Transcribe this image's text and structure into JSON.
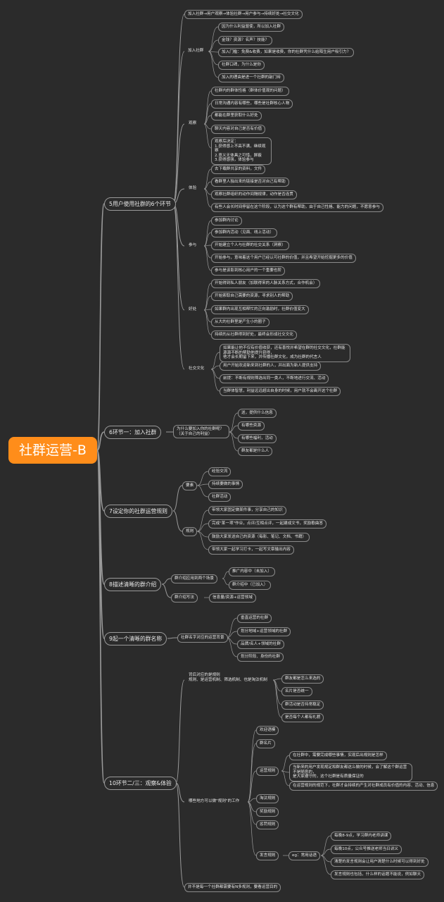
{
  "root": "社群运营-B",
  "s1": {
    "title": "5用户使用社群的6个环节",
    "top": "加入社群→用户观察→体验社群→用户参与→持续好处→社交文化",
    "join": {
      "label": "加入社群",
      "items": [
        "因为什么利益驱使，所以加入社群",
        "金钱？资源？名声？技能？",
        "加入门槛：免费&收费，如果是收费，你的社群凭什么给陌生用户吸引力？",
        "社群口碑，为什么是你",
        "加入的理由是进一个社群的敲门砖"
      ]
    },
    "observe": {
      "label": "观察",
      "items": [
        "社群内的群体性格（群体价值观的问题）",
        "日常沟通内容有哪些，哪些是社群核心人物",
        "都能在群里获取什么好处",
        "聊天内容对自己是否有价值"
      ],
      "decision": "观察后决定：\n1.获得感上不高不满，继续观察\n2.意义无体具之可惜，屏蔽\n3.获得感强，体验参与"
    },
    "experience": {
      "label": "体验",
      "items": [
        "去下载群共享的资料，文件",
        "看群里人独出来的链接是否对自己有帮助",
        "观察社群组织的动作间隔规律，动作是否连贯",
        "有些人会长时间停留在这个阶段，认为这个群有帮助，由于自己性格、能力的问题，不愿意参与"
      ]
    },
    "participate": {
      "label": "参与",
      "items": [
        "参加群内讨论",
        "参加群内活动（见面、线上活动）",
        "开始建立个人与社群的社交关系（洞察）",
        "开始参与，意味着这个用户已经认可社群的价值，并且希望开始挖掘更多的价值",
        "参与是该影到核心用户的一个重要也阶"
      ]
    },
    "benefit": {
      "label": "好处",
      "items": [
        "开始得到私人朋友（加联得来的人脉关系方式，合作机会）",
        "开始索取自己需要的资源，寻求别人的帮助",
        "如果群内出现互相帮忙的正向激励时，社群价值变大",
        "从大的社群里是产生小的圈子",
        "持续的从社群得到好处，最终会形成社交文化"
      ]
    },
    "culture": {
      "label": "社交文化",
      "items": [
        "如果能让他不仅有价值收获，还有喜悦并希望在群的社交文化，社群能源源不断的帮助他提升获得，\n他才会长期留下来，并传播社群文化，成为社群的代言人",
        "用户开始欢迎新来到社群的人，并出面为新人提供支持",
        "前提：不断有规则筛选出同一类人，不断地进行交流、活动",
        "当群体智慧，利益远远超出自身的时候，用户就不会离开这个社群"
      ]
    }
  },
  "s2": {
    "title": "6环节一：加入社群",
    "question": "为什么要加入你的社群呢？\n（关于自己的利益）",
    "items": [
      "送，提供什么信息",
      "有哪些资源",
      "有哪些福利，活动",
      "群友都是什么人"
    ]
  },
  "s3": {
    "title": "7设定你的社群运营规则",
    "keys": {
      "label": "要素",
      "items": [
        "经验交流",
        "持续要做的事情",
        "社群活动"
      ]
    },
    "rules": {
      "label": "规则",
      "items": [
        "带领大家固定做某件事，分享自己的知识",
        "完成\"某一项\"作业，点评/互相点评，一起建成文书，奖励歌曲答",
        "鼓励大家发送自己的资源（每影、笔记、文档、书籍）",
        "带领大家一起学习打卡，一起写文章输出内容"
      ]
    }
  },
  "s4": {
    "title": "8描述清晰的群介绍",
    "apply": {
      "label": "群介绍应用到两个场景",
      "items": [
        "推广内容中（未加入）",
        "群介绍中（已加入）"
      ]
    },
    "writing": {
      "label": "群介绍写法",
      "item": "信息量/资源+运营领域"
    }
  },
  "s5": {
    "title": "9起一个清晰的群名称",
    "label": "社群名字对应的运营背景",
    "items": [
      "垂直运营的社群",
      "划分地域+运营领域的社群",
      "品牌/名人+领域的社群",
      "划分阶段、身份的社群"
    ]
  },
  "s6": {
    "title": "10环节二/三：观察&体验",
    "behind": {
      "label": "背后对应的是规则\n规则、是运营机制、筛选机制、也是淘汰机制",
      "items": [
        "群友都是怎么来选的",
        "名片是否统一",
        "群活动是否持常稳定",
        "是否每个人都有礼貌"
      ]
    },
    "where": {
      "label": "哪些地方可以做\"规则\"的工作",
      "items": [
        "欢迎语模",
        "群名片"
      ]
    },
    "ops": {
      "label": "运营规则",
      "items": [
        "在社群中，需要完成哪些事情，实现后出规则是怎样",
        "当新来的用户发现规定和群友都这么做的时候，会了解这个群运营不是随意的，\n是大家遵守的，这个社群是有质量保证的",
        "在运营规则的规范下，社群才会持续的产生对社群成员有价值的内容、活动、信息"
      ]
    },
    "others": [
      "淘汰规则",
      "奖励规则",
      "惩罚规则"
    ],
    "talk": {
      "label": "发言规则",
      "eg": "eg：常用话语",
      "items": [
        "每晚8-9点，学习群内老师讲课",
        "每晚10点，公众号推送老师当日讲义",
        "清楚的发言规则会让用户清楚什么时候可以得到好处",
        "发言规则也包括，什么样的话题不能说，例如聊天"
      ]
    },
    "bottom": "并不是每一个社群都需要有N多规则，要看运营目的"
  }
}
